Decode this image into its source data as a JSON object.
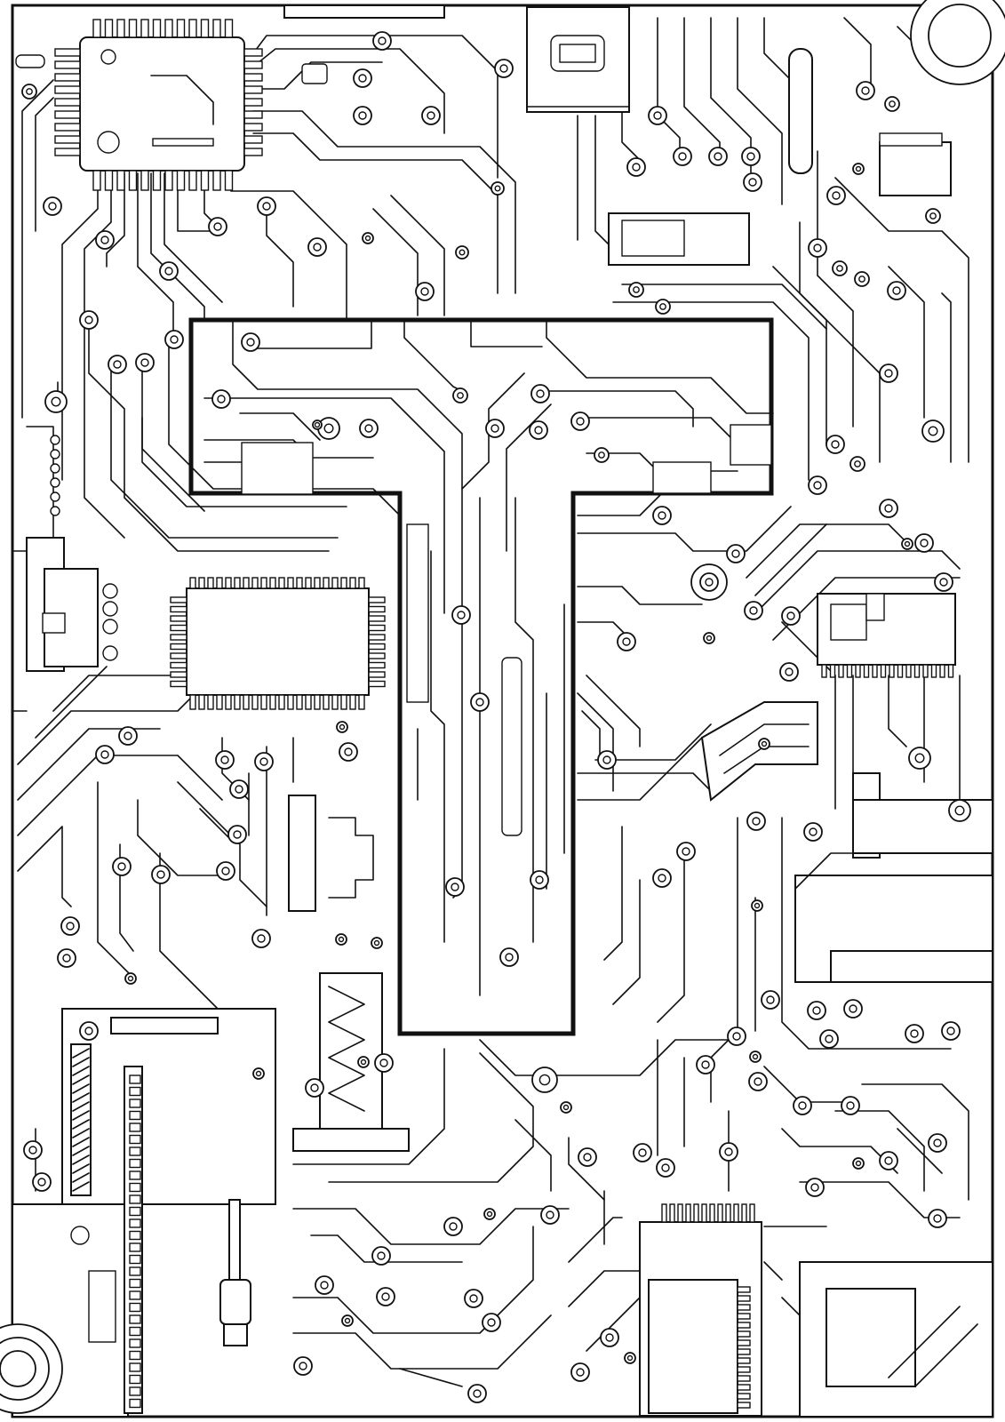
{
  "page": {
    "subject": "coloring page",
    "letter": "T",
    "theme": "circuit-board"
  },
  "colors": {
    "line": "#111111",
    "background": "#ffffff"
  },
  "chip_labels": {
    "top_left_chip_marks": "",
    "small_label": ""
  }
}
